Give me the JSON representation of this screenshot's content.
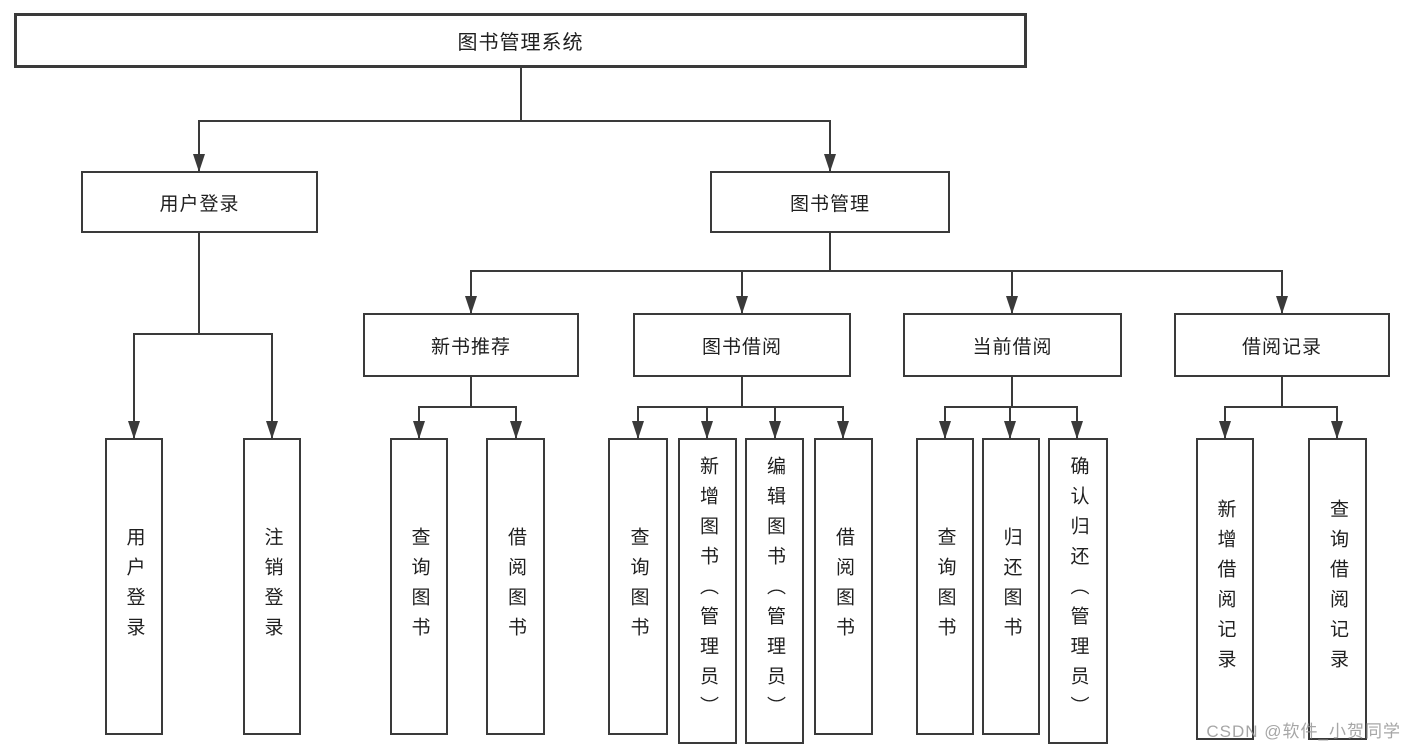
{
  "diagram_title": "图书管理系统",
  "tree": {
    "root": {
      "label": "图书管理系统"
    },
    "level2": [
      {
        "label": "用户登录"
      },
      {
        "label": "图书管理"
      }
    ],
    "level3": [
      {
        "label": "新书推荐",
        "parent": "图书管理"
      },
      {
        "label": "图书借阅",
        "parent": "图书管理"
      },
      {
        "label": "当前借阅",
        "parent": "图书管理"
      },
      {
        "label": "借阅记录",
        "parent": "图书管理"
      }
    ],
    "leaves": [
      {
        "label": "用户登录",
        "parent": "用户登录"
      },
      {
        "label": "注销登录",
        "parent": "用户登录"
      },
      {
        "label": "查询图书",
        "parent": "新书推荐"
      },
      {
        "label": "借阅图书",
        "parent": "新书推荐"
      },
      {
        "label": "查询图书",
        "parent": "图书借阅"
      },
      {
        "label": "新增图书（管理员）",
        "parent": "图书借阅"
      },
      {
        "label": "编辑图书（管理员）",
        "parent": "图书借阅"
      },
      {
        "label": "借阅图书",
        "parent": "图书借阅"
      },
      {
        "label": "查询图书",
        "parent": "当前借阅"
      },
      {
        "label": "归还图书",
        "parent": "当前借阅"
      },
      {
        "label": "确认归还（管理员）",
        "parent": "当前借阅"
      },
      {
        "label": "新增借阅记录",
        "parent": "借阅记录"
      },
      {
        "label": "查询借阅记录",
        "parent": "借阅记录"
      }
    ]
  },
  "watermark": {
    "text": "CSDN @软件_小贺同学"
  },
  "colors": {
    "line": "#3a3a3a",
    "border": "#3a3a3a",
    "text": "#1f1f1f",
    "background": "#ffffff",
    "watermark": "#969696"
  }
}
